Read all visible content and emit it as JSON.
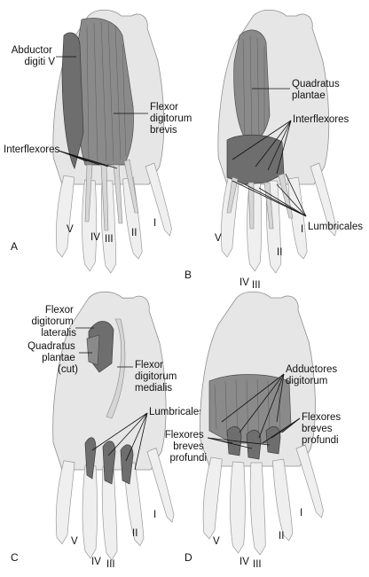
{
  "panels": {
    "a": {
      "letter": "A",
      "labels": {
        "abductor": [
          "Abductor",
          "digiti V"
        ],
        "flexor_brevis": [
          "Flexor",
          "digitorum",
          "brevis"
        ],
        "interflexores": "Interflexores"
      },
      "digits": [
        "V",
        "IV",
        "III",
        "II",
        "I"
      ]
    },
    "b": {
      "letter": "B",
      "labels": {
        "quadratus": [
          "Quadratus",
          "plantae"
        ],
        "interflexores": "Interflexores",
        "lumbricales": "Lumbricales"
      },
      "digits": [
        "V",
        "IV",
        "III",
        "II",
        "I"
      ]
    },
    "c": {
      "letter": "C",
      "labels": {
        "flexor_lateralis": [
          "Flexor",
          "digitorum",
          "lateralis"
        ],
        "quadratus_cut": [
          "Quadratus",
          "plantae",
          "(cut)"
        ],
        "flexor_medialis": [
          "Flexor",
          "digitorum",
          "medialis"
        ],
        "lumbricales": "Lumbricales"
      },
      "digits": [
        "V",
        "IV",
        "III",
        "II",
        "I"
      ]
    },
    "d": {
      "letter": "D",
      "labels": {
        "adductores": [
          "Adductores",
          "digitorum"
        ],
        "flexores_left": [
          "Flexores",
          "breves",
          "profundi"
        ],
        "flexores_right": [
          "Flexores",
          "breves",
          "profundi"
        ]
      },
      "digits": [
        "V",
        "IV",
        "III",
        "II",
        "I"
      ]
    }
  }
}
